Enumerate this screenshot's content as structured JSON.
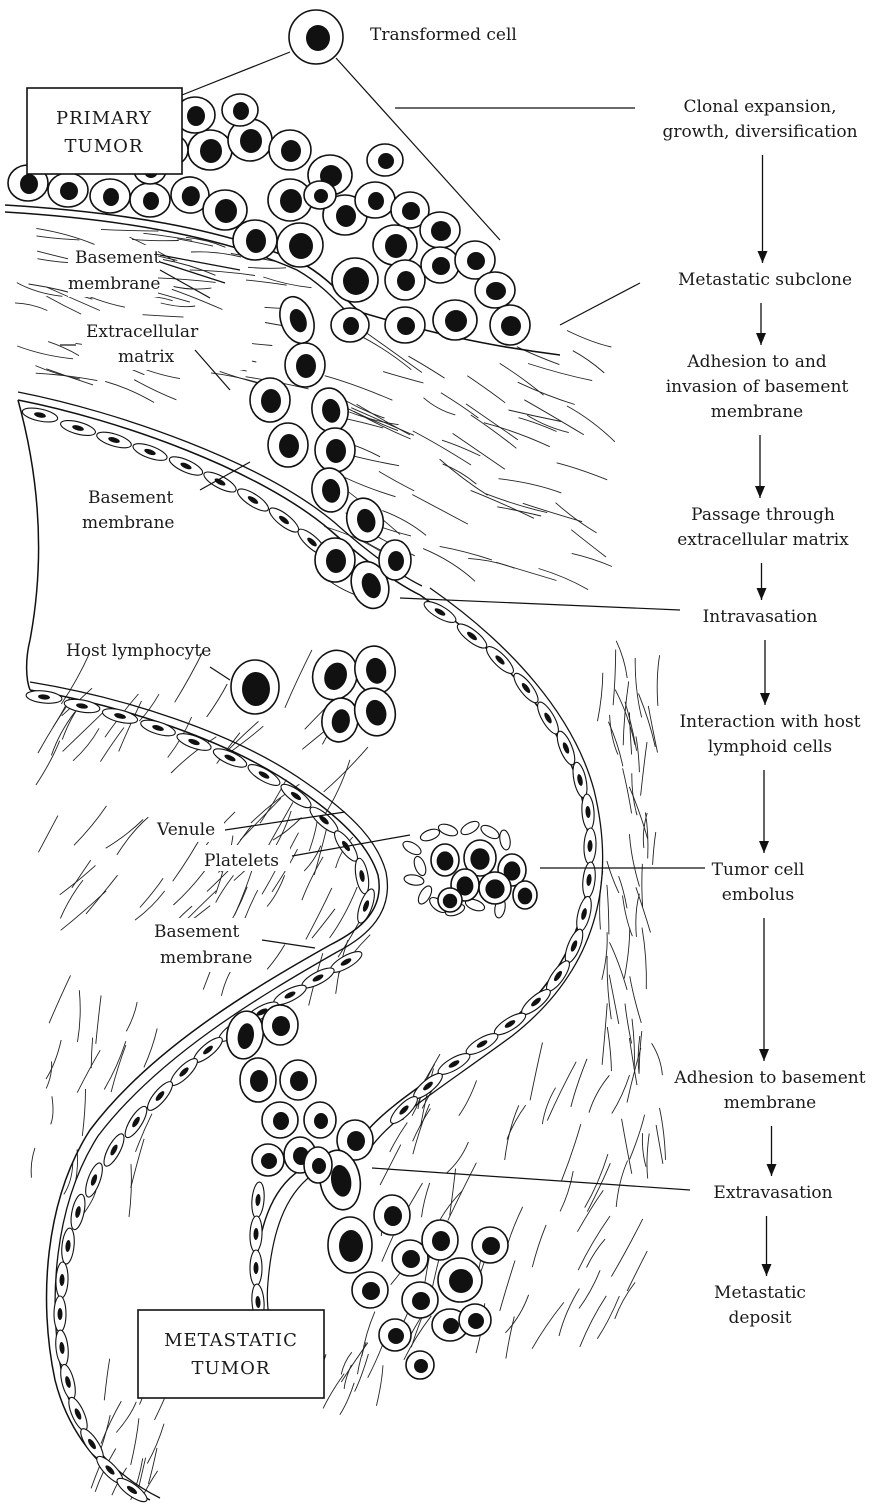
{
  "boxes": {
    "primary": [
      "PRIMARY",
      "TUMOR"
    ],
    "metastatic": [
      "METASTATIC",
      "TUMOR"
    ]
  },
  "tissue_labels": {
    "transformed_cell": "Transformed cell",
    "basement_membrane_1": [
      "Basement",
      "membrane"
    ],
    "extracellular_matrix": [
      "Extracellular",
      "matrix"
    ],
    "basement_membrane_2": [
      "Basement",
      "membrane"
    ],
    "host_lymphocyte": "Host lymphocyte",
    "venule": "Venule",
    "platelets": "Platelets",
    "basement_membrane_3": [
      "Basement",
      "membrane"
    ]
  },
  "steps": [
    [
      "Clonal expansion,",
      "growth, diversification"
    ],
    [
      "Metastatic subclone"
    ],
    [
      "Adhesion to and",
      "invasion of basement",
      "membrane"
    ],
    [
      "Passage through",
      "extracellular matrix"
    ],
    [
      "Intravasation"
    ],
    [
      "Interaction with host",
      "lymphoid cells"
    ],
    [
      "Tumor cell",
      "embolus"
    ],
    [
      "Adhesion to basement",
      "membrane"
    ],
    [
      "Extravasation"
    ],
    [
      "Metastatic",
      "deposit"
    ]
  ]
}
